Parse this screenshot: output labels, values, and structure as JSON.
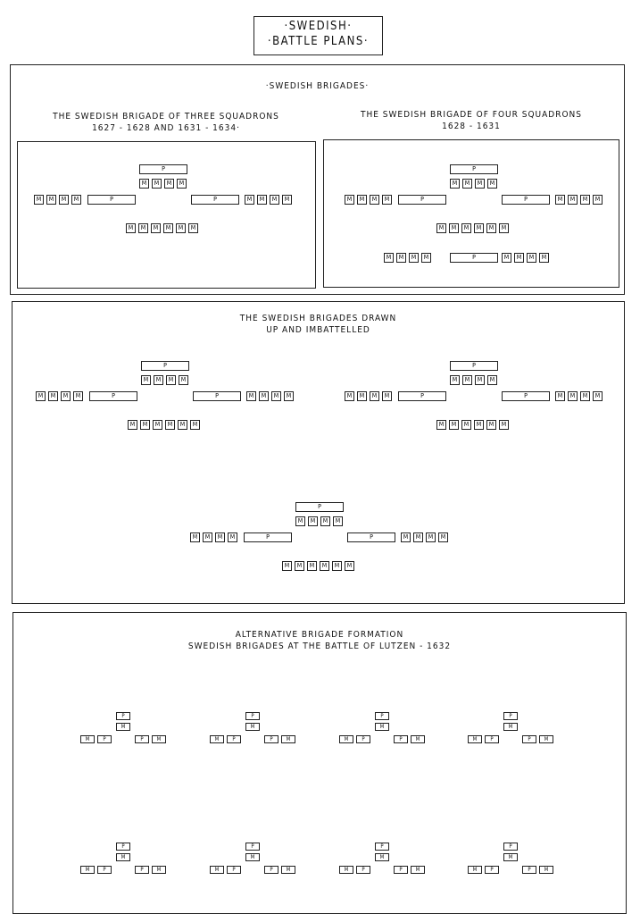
{
  "title": {
    "line1": "·SWEDISH·",
    "line2": "·BATTLE PLANS·"
  },
  "section1": {
    "heading": "·SWEDISH BRIGADES·",
    "left_caption_1": "THE SWEDISH BRIGADE OF THREE SQUADRONS",
    "left_caption_2": "1627 - 1628  AND  1631 - 1634·",
    "right_caption_1": "THE SWEDISH BRIGADE OF FOUR SQUADRONS",
    "right_caption_2": "1628 - 1631"
  },
  "section2": {
    "heading_1": "THE SWEDISH BRIGADES DRAWN",
    "heading_2": "UP AND IMBATTELLED"
  },
  "section3": {
    "heading_1": "ALTERNATIVE BRIGADE FORMATION",
    "heading_2": "SWEDISH BRIGADES AT THE BATTLE OF LUTZEN - 1632"
  },
  "labels": {
    "pike": "P",
    "musket": "M"
  }
}
